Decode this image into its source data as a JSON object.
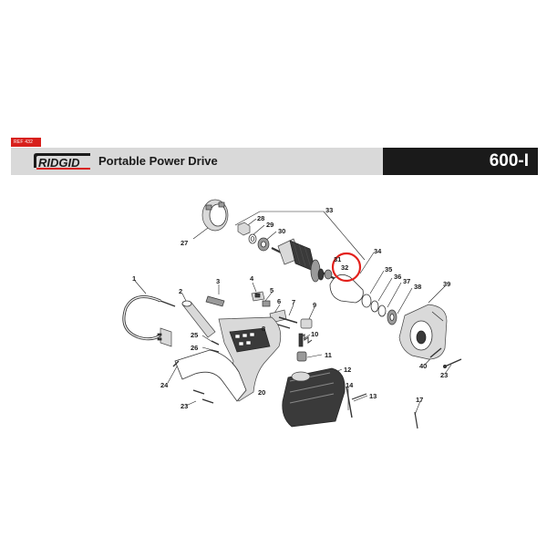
{
  "header": {
    "ref_code": "REF 432",
    "brand": "RIDGID",
    "product_name": "Portable Power Drive",
    "model": "600-I"
  },
  "colors": {
    "brand_red": "#d8201c",
    "header_gray": "#d9d9d9",
    "header_dark": "#1a1a1a",
    "highlight_ring": "#e3211c"
  },
  "highlighted_part": "32",
  "part_labels": {
    "p1": "1",
    "p2": "2",
    "p3": "3",
    "p4": "4",
    "p5": "5",
    "p6": "6",
    "p7": "7",
    "p8": "8",
    "p9": "9",
    "p10": "10",
    "p11": "11",
    "p12": "12",
    "p13": "13",
    "p14": "14",
    "p17": "17",
    "p20": "20",
    "p23a": "23",
    "p23b": "23",
    "p24": "24",
    "p25": "25",
    "p26": "26",
    "p27": "27",
    "p28": "28",
    "p29": "29",
    "p30": "30",
    "p31": "31",
    "p32": "32",
    "p33": "33",
    "p34": "34",
    "p35": "35",
    "p36": "36",
    "p37": "37",
    "p38": "38",
    "p39": "39",
    "p40": "40"
  }
}
